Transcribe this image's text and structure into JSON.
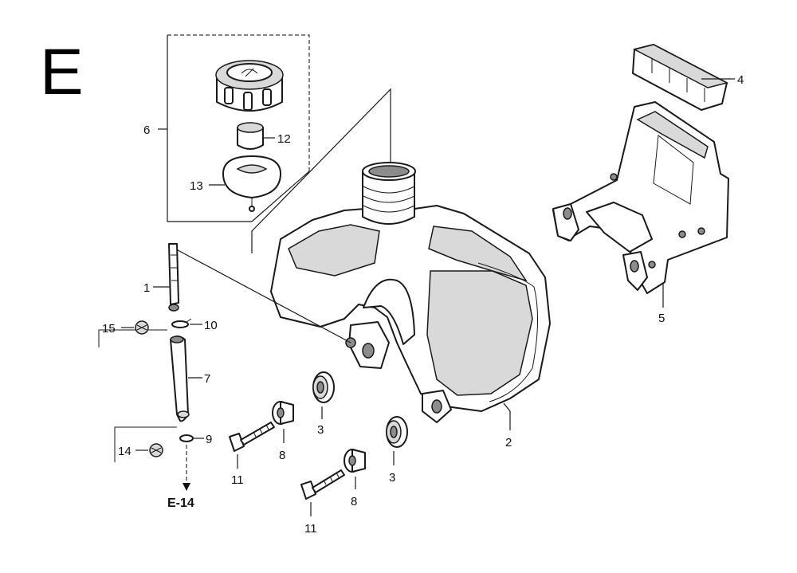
{
  "section_letter": "E",
  "cross_reference": "E-14",
  "callouts": {
    "c1": "1",
    "c2": "2",
    "c3a": "3",
    "c3b": "3",
    "c4": "4",
    "c5": "5",
    "c6": "6",
    "c7": "7",
    "c8a": "8",
    "c8b": "8",
    "c9": "9",
    "c10": "10",
    "c11a": "11",
    "c11b": "11",
    "c12": "12",
    "c13": "13",
    "c14": "14",
    "c15": "15"
  }
}
